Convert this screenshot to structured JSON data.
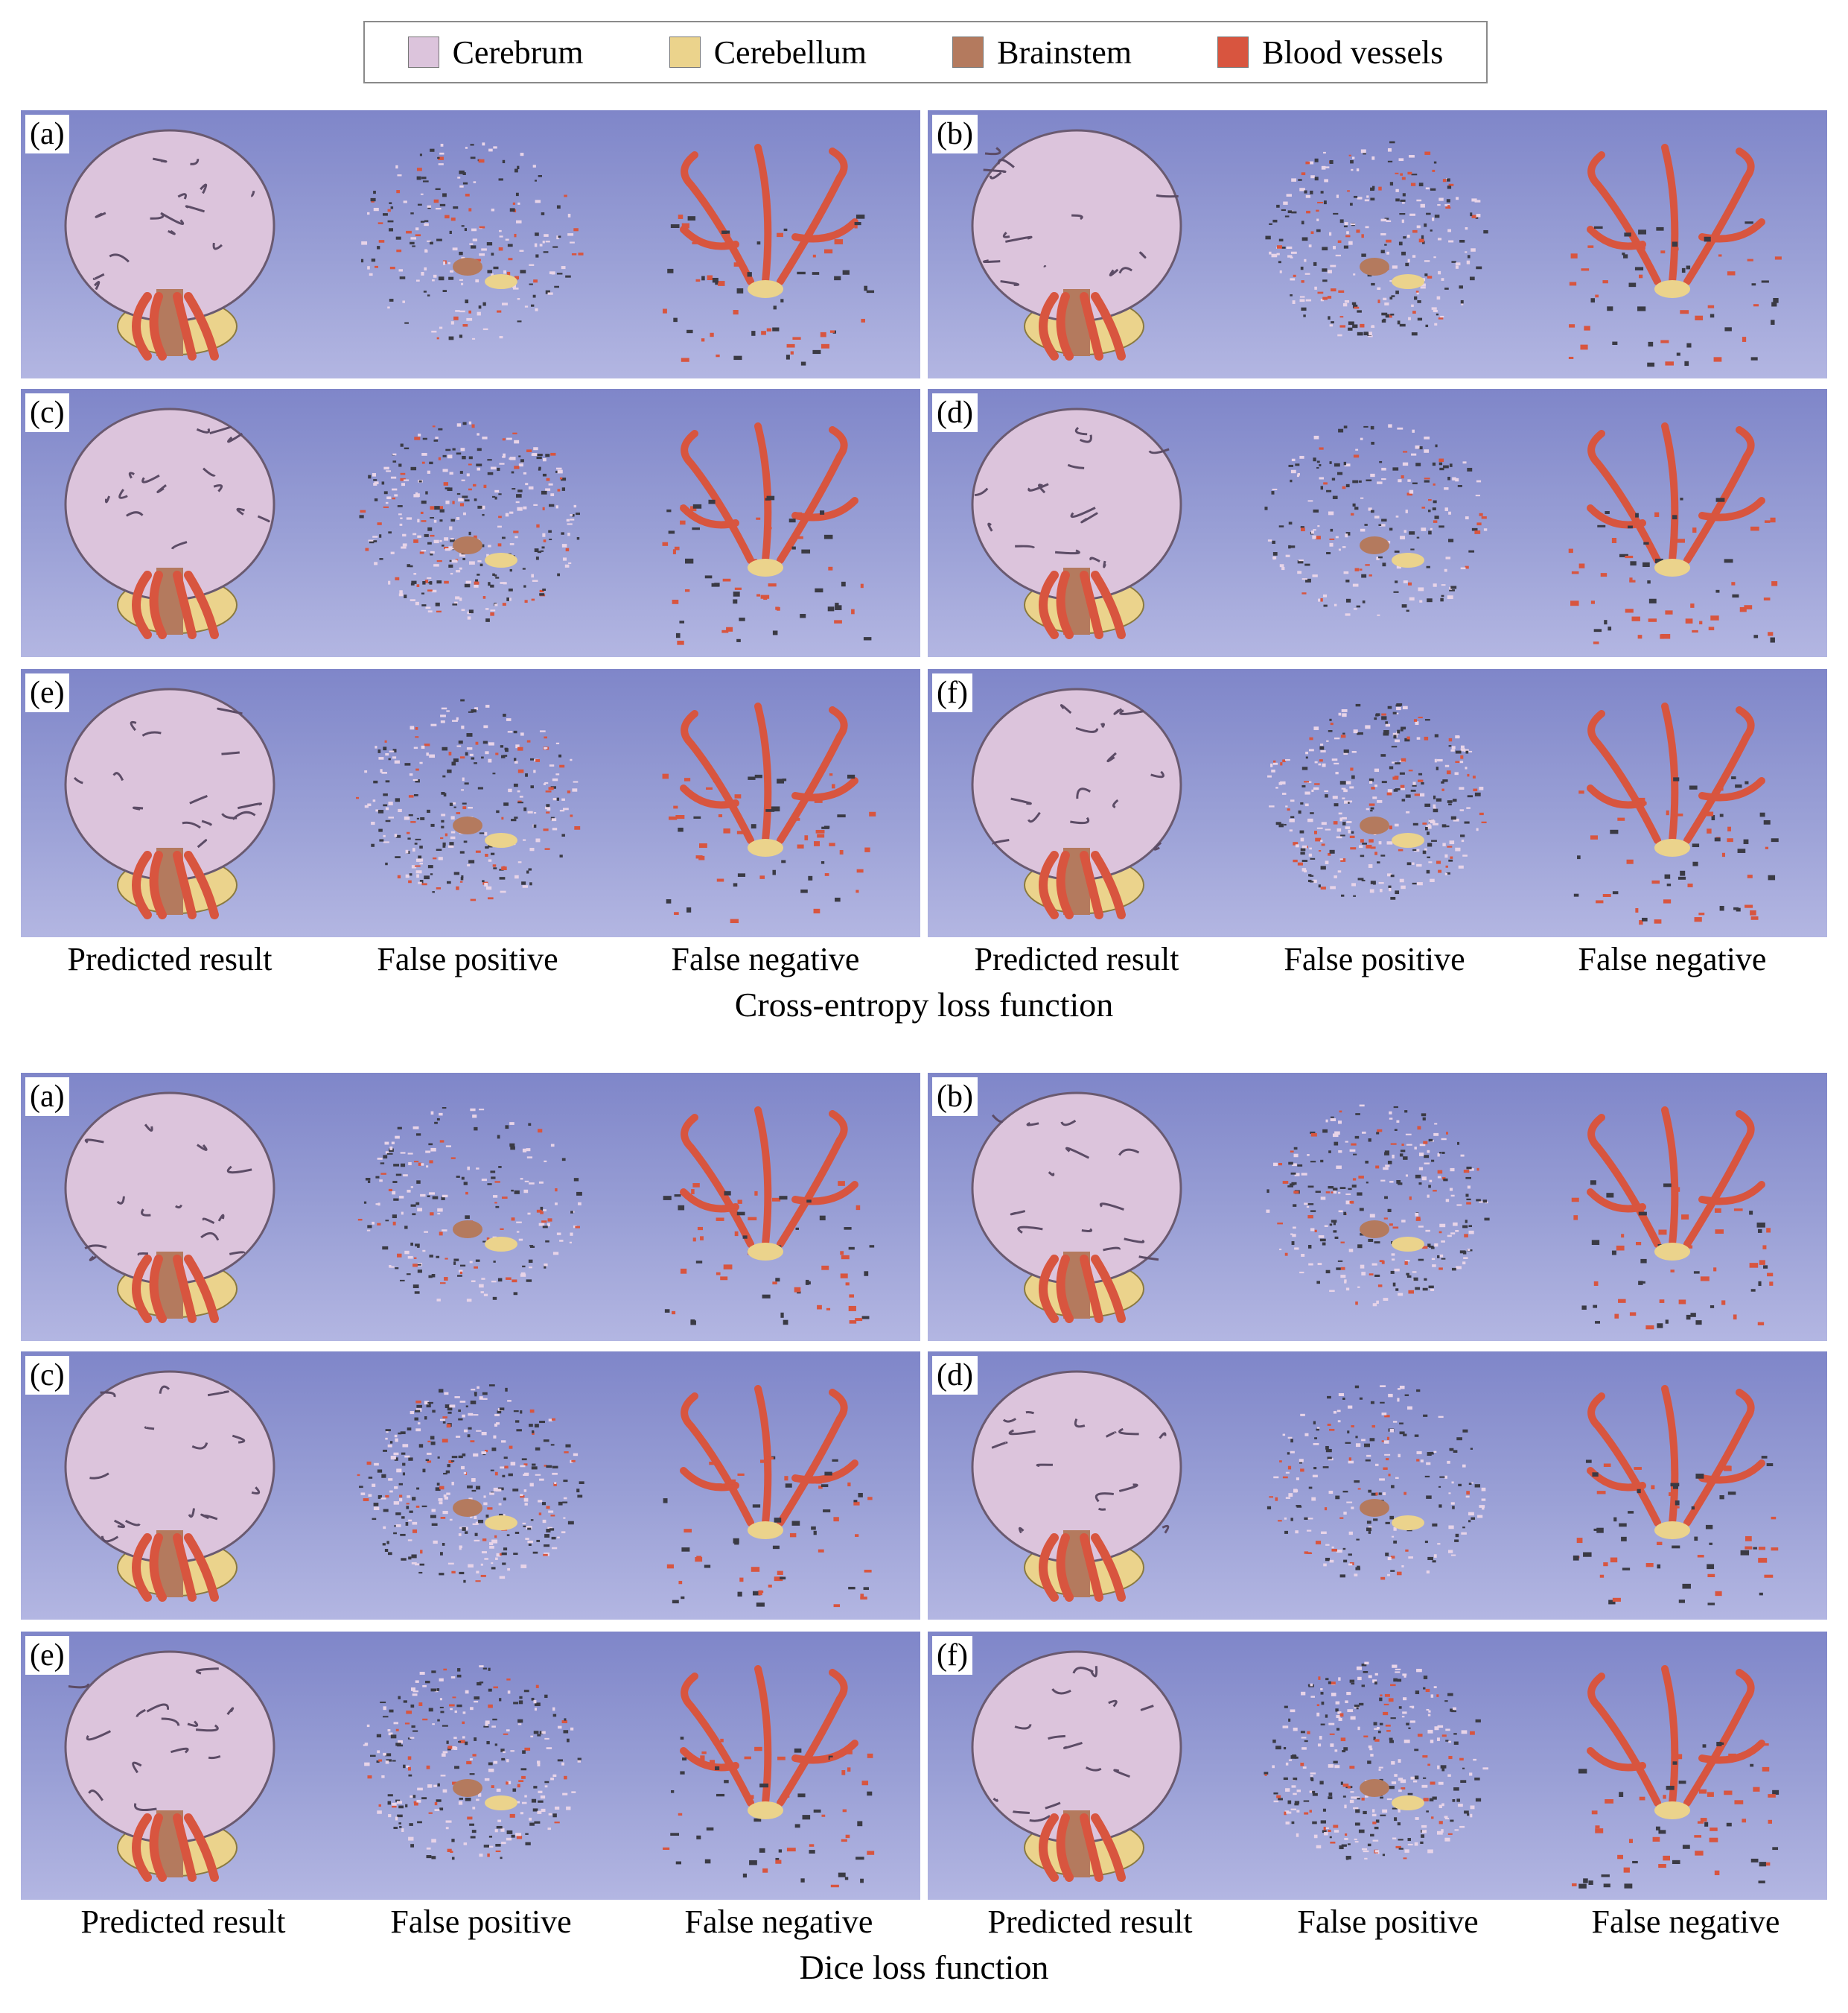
{
  "legend": [
    {
      "label": "Cerebrum",
      "color": "#dcc4dc"
    },
    {
      "label": "Cerebellum",
      "color": "#ebd38c"
    },
    {
      "label": "Brainstem",
      "color": "#b47a5e"
    },
    {
      "label": "Blood vessels",
      "color": "#d8553f"
    }
  ],
  "panel_tags": [
    "(a)",
    "(b)",
    "(c)",
    "(d)",
    "(e)",
    "(f)"
  ],
  "columns": [
    "Predicted result",
    "False positive",
    "False negative"
  ],
  "sections": [
    {
      "title": "Cross-entropy loss function"
    },
    {
      "title": "Dice loss function"
    }
  ]
}
